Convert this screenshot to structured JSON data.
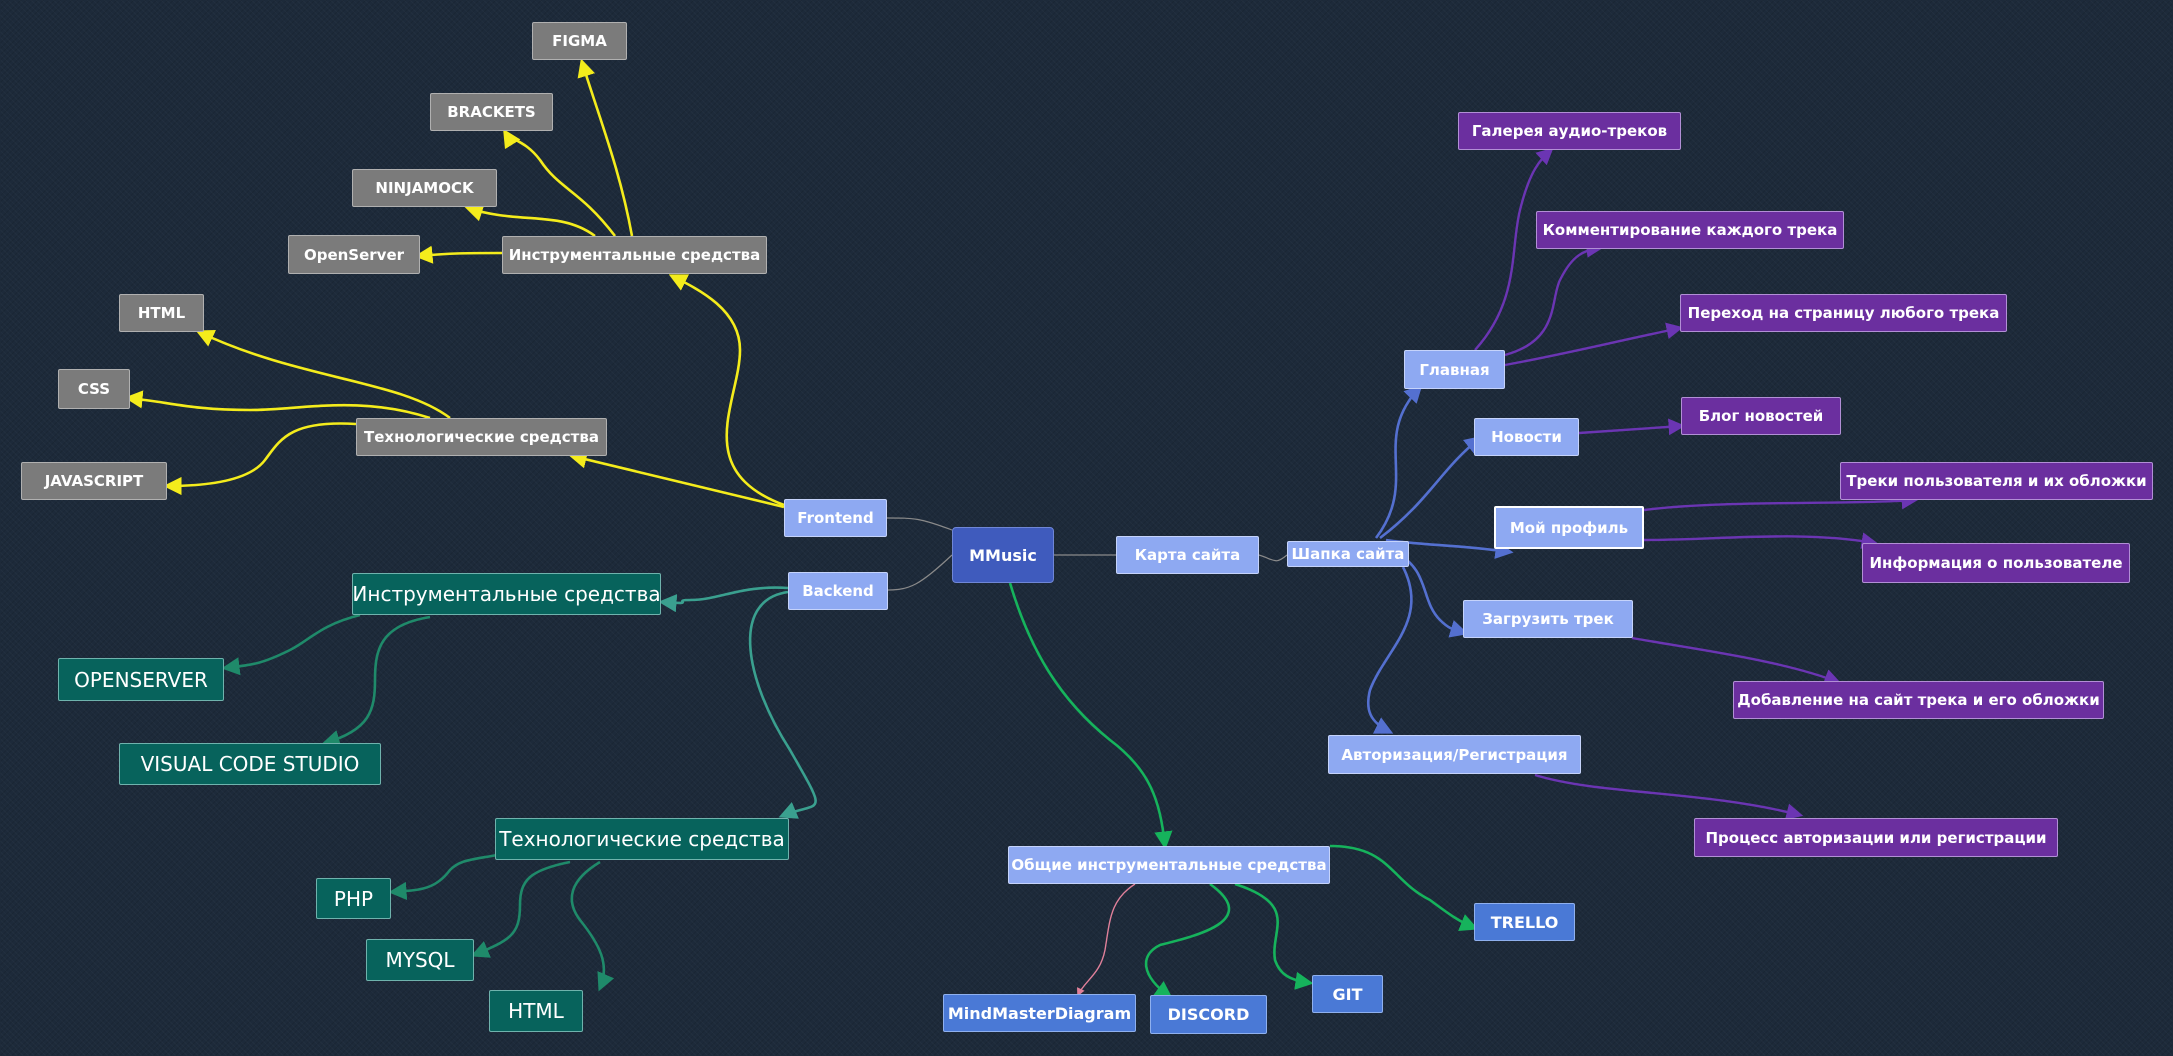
{
  "colors": {
    "yellow": "#f4ec1c",
    "teal": "#1f8a6a",
    "teal_light": "#3aa08f",
    "green": "#16b35c",
    "blue": "#5470d0",
    "violet": "#6b35b3",
    "gray": "#8a8a8a",
    "pink": "#e0809a"
  },
  "nodes": {
    "center": "MMusic",
    "frontend": "Frontend",
    "backend": "Backend",
    "fe_tools": "Инструментальные средства",
    "fe_tech": "Технологические средства",
    "figma": "FIGMA",
    "brackets": "BRACKETS",
    "ninjamock": "NINJAMOCK",
    "openserver_fe": "OpenServer",
    "html_fe": "HTML",
    "css": "CSS",
    "javascript": "JAVASCRIPT",
    "be_tools": "Инструментальные средства",
    "openserver_be": "OPENSERVER",
    "vscode": "VISUAL CODE STUDIO",
    "be_tech": "Технологические средства",
    "php": "PHP",
    "mysql": "MYSQL",
    "html_be": "HTML",
    "sitemap": "Карта сайта",
    "header": "Шапка сайта",
    "main": "Главная",
    "news": "Новости",
    "profile": "Мой профиль",
    "upload": "Загрузить трек",
    "auth": "Авторизация/Регистрация",
    "gallery": "Галерея аудио-треков",
    "comment": "Комментирование  каждого трека",
    "goto_track": "Переход на страницу любого трека",
    "blog": "Блог новостей",
    "user_tracks": "Треки пользователя и их обложки",
    "user_info": "Информация о пользователе",
    "add_track": "Добавление на сайт трека и его обложки",
    "auth_process": "Процесс авторизации или  регистрации",
    "common_tools": "Общие инструментальные средства",
    "trello": "TRELLO",
    "git": "GIT",
    "discord": "DISCORD",
    "mindmaster": "MindMasterDiagram"
  }
}
